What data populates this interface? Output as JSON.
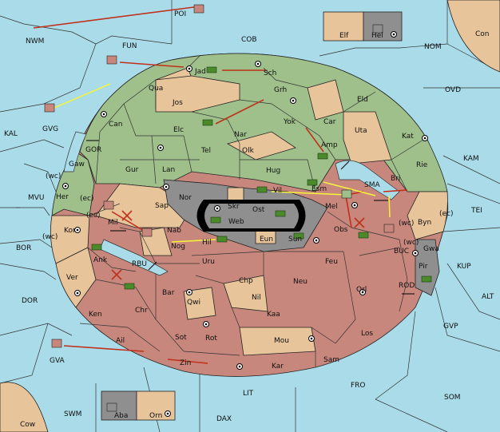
{
  "colors": {
    "sea": "#a9dbe8",
    "green": "#9fc08a",
    "tan": "#e7c49a",
    "rose": "#c8877c",
    "gray": "#8f8f8f",
    "black": "#000000",
    "move": "#c0301a",
    "support": "#f6f43a"
  },
  "sea_labels": [
    {
      "text": "NWM",
      "name": "sea-nwm"
    },
    {
      "text": "FUN",
      "name": "sea-fun"
    },
    {
      "text": "COB",
      "name": "sea-cob"
    },
    {
      "text": "NOM",
      "name": "sea-nom"
    },
    {
      "text": "OVD",
      "name": "sea-ovd"
    },
    {
      "text": "KAL",
      "name": "sea-kal"
    },
    {
      "text": "KAM",
      "name": "sea-kam"
    },
    {
      "text": "TEI",
      "name": "sea-tei"
    },
    {
      "text": "MVU",
      "name": "sea-mvu"
    },
    {
      "text": "BOR",
      "name": "sea-bor"
    },
    {
      "text": "DOR",
      "name": "sea-dor"
    },
    {
      "text": "KUP",
      "name": "sea-kup"
    },
    {
      "text": "ALT",
      "name": "sea-alt"
    },
    {
      "text": "GVP",
      "name": "sea-gvp"
    },
    {
      "text": "FRO",
      "name": "sea-fro"
    },
    {
      "text": "SOM",
      "name": "sea-som"
    },
    {
      "text": "LIT",
      "name": "sea-lit"
    },
    {
      "text": "SWM",
      "name": "sea-swm"
    },
    {
      "text": "DAX",
      "name": "sea-dax"
    },
    {
      "text": "GOR",
      "name": "sea-gor"
    },
    {
      "text": "RBU",
      "name": "sea-rbu"
    },
    {
      "text": "SMA",
      "name": "sea-sma"
    },
    {
      "text": "BUC",
      "name": "sea-buc"
    },
    {
      "text": "ROD",
      "name": "sea-rod"
    },
    {
      "text": "POI",
      "name": "sea-poi"
    },
    {
      "text": "GVG",
      "name": "sea-gvg"
    },
    {
      "text": "GVA",
      "name": "sea-gva"
    }
  ],
  "land_labels": [
    {
      "text": "Jad"
    },
    {
      "text": "Sch"
    },
    {
      "text": "Qua"
    },
    {
      "text": "Jos"
    },
    {
      "text": "Grh"
    },
    {
      "text": "Can"
    },
    {
      "text": "Elc"
    },
    {
      "text": "Nar"
    },
    {
      "text": "Yok"
    },
    {
      "text": "Car"
    },
    {
      "text": "Eld"
    },
    {
      "text": "Uta"
    },
    {
      "text": "Kat"
    },
    {
      "text": "Amp"
    },
    {
      "text": "Tel"
    },
    {
      "text": "Olk"
    },
    {
      "text": "Gur"
    },
    {
      "text": "Lan"
    },
    {
      "text": "Hug"
    },
    {
      "text": "Rie"
    },
    {
      "text": "Bri"
    },
    {
      "text": "Gaw"
    },
    {
      "text": "Her"
    },
    {
      "text": "Nor"
    },
    {
      "text": "Skr"
    },
    {
      "text": "Vil"
    },
    {
      "text": "Esm"
    },
    {
      "text": "Sap"
    },
    {
      "text": "Ost"
    },
    {
      "text": "Web"
    },
    {
      "text": "Mel"
    },
    {
      "text": "Byn"
    },
    {
      "text": "Kor"
    },
    {
      "text": "Mil"
    },
    {
      "text": "Nab"
    },
    {
      "text": "Eun"
    },
    {
      "text": "Obs"
    },
    {
      "text": "Sun"
    },
    {
      "text": "Hil"
    },
    {
      "text": "Nog"
    },
    {
      "text": "Gwa"
    },
    {
      "text": "Ank"
    },
    {
      "text": "Uru"
    },
    {
      "text": "Feu"
    },
    {
      "text": "Pir"
    },
    {
      "text": "Ver"
    },
    {
      "text": "Chp"
    },
    {
      "text": "Neu"
    },
    {
      "text": "Orl"
    },
    {
      "text": "Bar"
    },
    {
      "text": "Qwi"
    },
    {
      "text": "Nil"
    },
    {
      "text": "Ken"
    },
    {
      "text": "Chr"
    },
    {
      "text": "Kaa"
    },
    {
      "text": "Los"
    },
    {
      "text": "Ail"
    },
    {
      "text": "Sot"
    },
    {
      "text": "Rot"
    },
    {
      "text": "Mou"
    },
    {
      "text": "Sam"
    },
    {
      "text": "Zin"
    },
    {
      "text": "Kar"
    }
  ],
  "coast_labels": [
    "(wc)",
    "(ec)",
    "(ec)",
    "(wc)",
    "(wc)",
    "(ec)",
    "(wc)"
  ],
  "corner_labels": {
    "elf": "Elf",
    "hel": "Hel",
    "con": "Con",
    "cow": "Cow",
    "aba": "Aba",
    "orn": "Orn"
  }
}
